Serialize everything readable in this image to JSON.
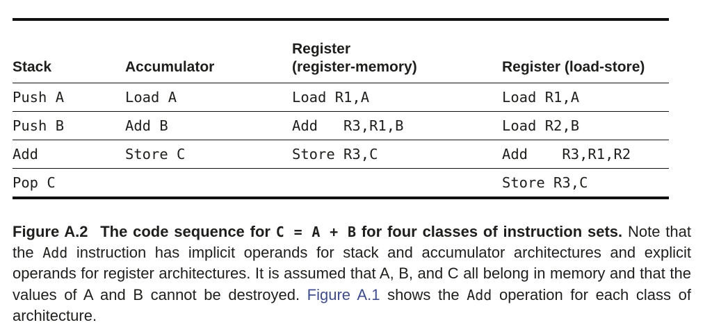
{
  "table": {
    "headers": {
      "col1": "Stack",
      "col2": "Accumulator",
      "col3_line1": "Register",
      "col3_line2": "(register-memory)",
      "col4": "Register (load-store)"
    },
    "rows": [
      [
        "Push A",
        "Load A",
        "Load R1,A",
        "Load R1,A"
      ],
      [
        "Push B",
        "Add B",
        "Add   R3,R1,B",
        "Load R2,B"
      ],
      [
        "Add",
        "Store C",
        "Store R3,C",
        "Add    R3,R1,R2"
      ],
      [
        "Pop C",
        "",
        "",
        "Store R3,C"
      ]
    ]
  },
  "caption": {
    "figure_label": "Figure A.2",
    "title_pre": "The code sequence for",
    "code_expr": "C = A + B",
    "title_post": "for four classes of instruction sets.",
    "note_1": "Note that the",
    "mono_add_1": "Add",
    "note_2": "instruction has implicit operands for stack and accumulator architectures and explicit operands for register architectures. It is assumed that A, B, and C all belong in memory and that the values of A and B cannot be destroyed.",
    "link_text": "Figure A.1",
    "note_3": "shows the",
    "mono_add_2": "Add",
    "note_4": "operation for each class of architecture."
  },
  "colors": {
    "text": "#1e1e1c",
    "rule": "#111111",
    "link_blue": "#3c4b9e",
    "background": "#ffffff"
  }
}
